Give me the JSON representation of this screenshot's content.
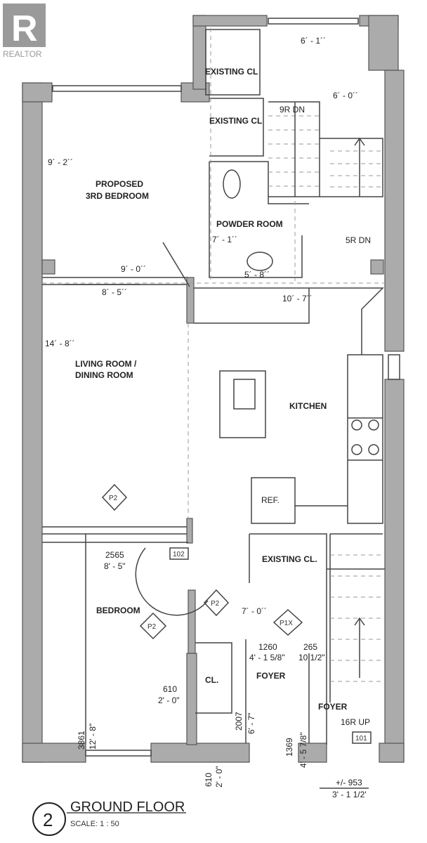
{
  "watermark": {
    "brand": "REALTOR",
    "logo_letter": "R"
  },
  "rooms": {
    "existing_cl_1": "EXISTING CL",
    "existing_cl_2": "EXISTING CL",
    "proposed_bedroom_line1": "PROPOSED",
    "proposed_bedroom_line2": "3RD BEDROOM",
    "powder_room": "POWDER ROOM",
    "living_dining": "LIVING ROOM /",
    "living_dining_2": "DINING ROOM",
    "kitchen": "KITCHEN",
    "ref": "REF.",
    "existing_cl_3": "EXISTING CL.",
    "bedroom": "BEDROOM",
    "closet": "CL.",
    "foyer_1": "FOYER",
    "foyer_2": "FOYER"
  },
  "stairs": {
    "up_top": "9R DN",
    "down_right": "5R DN",
    "up_bottom": "16R UP"
  },
  "dimensions": {
    "d1": "6´ - 1´´",
    "d2": "6´ - 0´´",
    "d3": "9´ - 2´´",
    "d4": "7´ - 1´´",
    "d5": "9´ - 0´´",
    "d6": "5´ - 8´´",
    "d7": "8´ - 5´´",
    "d8": "10´ - 7´´",
    "d9": "14´ - 8´´",
    "d10_mm": "2565",
    "d10": "8' - 5\"",
    "d11": "7´ - 0´´",
    "d12_mm": "1260",
    "d12": "4' - 1 5/8\"",
    "d13_mm": "265",
    "d13": "10 1/2\"",
    "d14_mm": "610",
    "d14": "2' - 0\"",
    "d15_mm": "3861",
    "d15": "12' - 8\"",
    "d16_mm": "2007",
    "d16": "6' - 7\"",
    "d17_mm": "610",
    "d17": "2' - 0\"",
    "d18_mm": "1369",
    "d18": "4' - 5 7/8\"",
    "d19_mm": "+/- 953",
    "d19": "3' - 1 1/2'"
  },
  "tags": {
    "p2_a": "P2",
    "p2_b": "P2",
    "p2_c": "P2",
    "p1x": "P1X",
    "door_102": "102",
    "door_101": "101"
  },
  "title_block": {
    "number": "2",
    "title": "GROUND FLOOR",
    "scale": "SCALE:  1 : 50"
  }
}
